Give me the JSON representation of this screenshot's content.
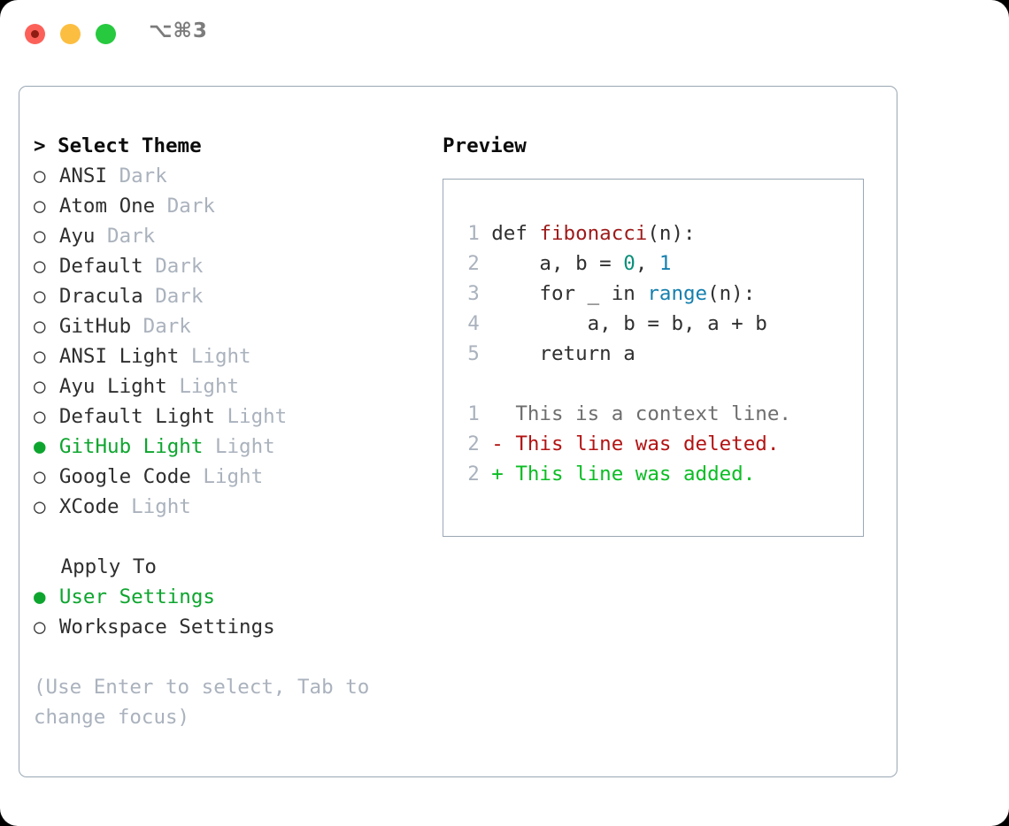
{
  "titlebar": {
    "shortcut": "⌥⌘3",
    "dots": [
      "close",
      "minimize",
      "maximize"
    ]
  },
  "left": {
    "header": "> Select Theme",
    "cursor_glyph": ">",
    "radio_empty": "○",
    "radio_filled": "●",
    "accent_color": "#0da52e",
    "themes": [
      {
        "bullet": "○",
        "name": "ANSI",
        "tag": "Dark",
        "selected": false
      },
      {
        "bullet": "○",
        "name": "Atom One",
        "tag": "Dark",
        "selected": false
      },
      {
        "bullet": "○",
        "name": "Ayu",
        "tag": "Dark",
        "selected": false
      },
      {
        "bullet": "○",
        "name": "Default",
        "tag": "Dark",
        "selected": false
      },
      {
        "bullet": "○",
        "name": "Dracula",
        "tag": "Dark",
        "selected": false
      },
      {
        "bullet": "○",
        "name": "GitHub",
        "tag": "Dark",
        "selected": false
      },
      {
        "bullet": "○",
        "name": "ANSI Light",
        "tag": "Light",
        "selected": false
      },
      {
        "bullet": "○",
        "name": "Ayu Light",
        "tag": "Light",
        "selected": false
      },
      {
        "bullet": "○",
        "name": "Default Light",
        "tag": "Light",
        "selected": false
      },
      {
        "bullet": "●",
        "name": "GitHub Light",
        "tag": "Light",
        "selected": true
      },
      {
        "bullet": "○",
        "name": "Google Code",
        "tag": "Light",
        "selected": false
      },
      {
        "bullet": "○",
        "name": "XCode",
        "tag": "Light",
        "selected": false
      }
    ],
    "apply_header": "Apply To",
    "apply_options": [
      {
        "bullet": "●",
        "name": "User Settings",
        "selected": true
      },
      {
        "bullet": "○",
        "name": "Workspace Settings",
        "selected": false
      }
    ],
    "hint": "(Use Enter to select, Tab to change focus)"
  },
  "right": {
    "header": "Preview",
    "code_lines": [
      {
        "no": "1",
        "segments": [
          {
            "t": "def ",
            "c": "plain"
          },
          {
            "t": "fibonacci",
            "c": "fn"
          },
          {
            "t": "(n):",
            "c": "plain"
          }
        ]
      },
      {
        "no": "2",
        "segments": [
          {
            "t": "    a, b = ",
            "c": "plain"
          },
          {
            "t": "0",
            "c": "num"
          },
          {
            "t": ", ",
            "c": "plain"
          },
          {
            "t": "1",
            "c": "num2"
          }
        ]
      },
      {
        "no": "3",
        "segments": [
          {
            "t": "    for _ in ",
            "c": "plain"
          },
          {
            "t": "range",
            "c": "bi"
          },
          {
            "t": "(n):",
            "c": "plain"
          }
        ]
      },
      {
        "no": "4",
        "segments": [
          {
            "t": "        a, b = b, a + b",
            "c": "plain"
          }
        ]
      },
      {
        "no": "5",
        "segments": [
          {
            "t": "    return a",
            "c": "plain"
          }
        ]
      }
    ],
    "diff_lines": [
      {
        "no": "1",
        "marker": "  ",
        "text": "This is a context line.",
        "kind": "context"
      },
      {
        "no": "2",
        "marker": "- ",
        "text": "This line was deleted.",
        "kind": "del"
      },
      {
        "no": "2",
        "marker": "+ ",
        "text": "This line was added.",
        "kind": "add"
      }
    ]
  },
  "colors": {
    "accent_green": "#0da52e",
    "diff_add": "#0bbd24",
    "diff_del": "#b31313",
    "tag_gray": "#aab2bd",
    "border": "#9aa7b4",
    "fn_red": "#9e1a1a",
    "builtin_blue": "#157fae",
    "number_teal": "#0a8f7a"
  }
}
